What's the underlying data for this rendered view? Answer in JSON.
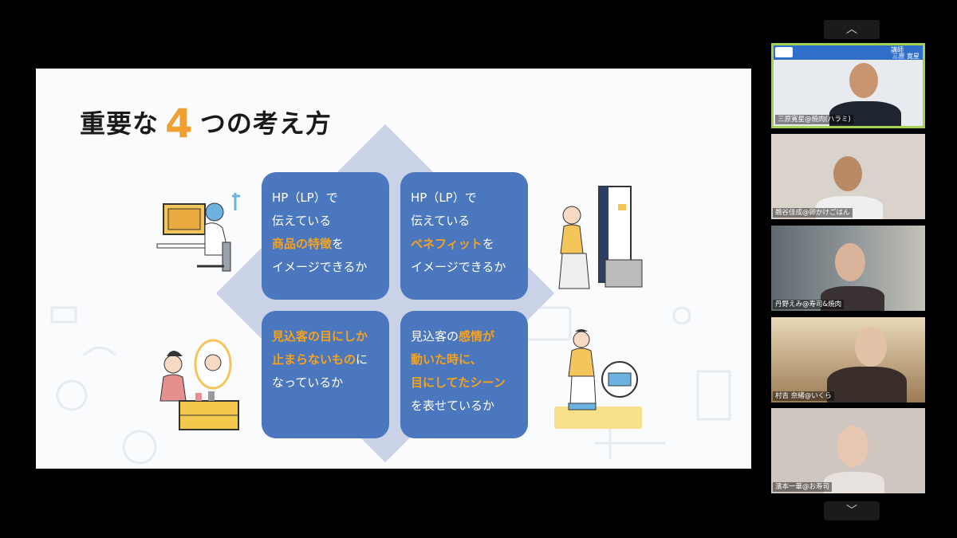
{
  "slide": {
    "title_before": "重要な",
    "title_number": "4",
    "title_after": "つの考え方",
    "cards": [
      {
        "lines": [
          [
            {
              "t": "HP（LP）で",
              "hl": false
            }
          ],
          [
            {
              "t": "伝えている",
              "hl": false
            }
          ],
          [
            {
              "t": "商品の特徴",
              "hl": true
            },
            {
              "t": "を",
              "hl": false
            }
          ],
          [
            {
              "t": "イメージできるか",
              "hl": false
            }
          ]
        ]
      },
      {
        "lines": [
          [
            {
              "t": "HP（LP）で",
              "hl": false
            }
          ],
          [
            {
              "t": "伝えている",
              "hl": false
            }
          ],
          [
            {
              "t": "ベネフィット",
              "hl": true
            },
            {
              "t": "を",
              "hl": false
            }
          ],
          [
            {
              "t": "イメージできるか",
              "hl": false
            }
          ]
        ]
      },
      {
        "lines": [
          [
            {
              "t": "見込客の目にしか",
              "hl": true
            }
          ],
          [
            {
              "t": "止まらないもの",
              "hl": true
            },
            {
              "t": "に",
              "hl": false
            }
          ],
          [
            {
              "t": "なっているか",
              "hl": false
            }
          ]
        ]
      },
      {
        "lines": [
          [
            {
              "t": "見込客の",
              "hl": false
            },
            {
              "t": "感情が",
              "hl": true
            }
          ],
          [
            {
              "t": "動いた時に、",
              "hl": true
            }
          ],
          [
            {
              "t": "目にしてたシーン",
              "hl": true
            }
          ],
          [
            {
              "t": "を表せているか",
              "hl": false
            }
          ]
        ]
      }
    ],
    "colors": {
      "card_bg": "#4a77bd",
      "highlight": "#f7a21b",
      "number": "#f0a030",
      "diamond": "#c9d2e7"
    }
  },
  "participants": {
    "scroll_up_icon": "chevron-up-icon",
    "scroll_down_icon": "chevron-down-icon",
    "speaker_banner": {
      "role": "講師",
      "name": "三原 寛星"
    },
    "list": [
      {
        "name": "三原寛星@焼肉(ハラミ)",
        "active": true
      },
      {
        "name": "鵜谷佳成@卵かけごはん",
        "active": false
      },
      {
        "name": "丹野えみ@寿司&焼肉",
        "active": false
      },
      {
        "name": "村吉 奈緒@いくら",
        "active": false
      },
      {
        "name": "濱本一華@お寿司",
        "active": false
      }
    ]
  }
}
